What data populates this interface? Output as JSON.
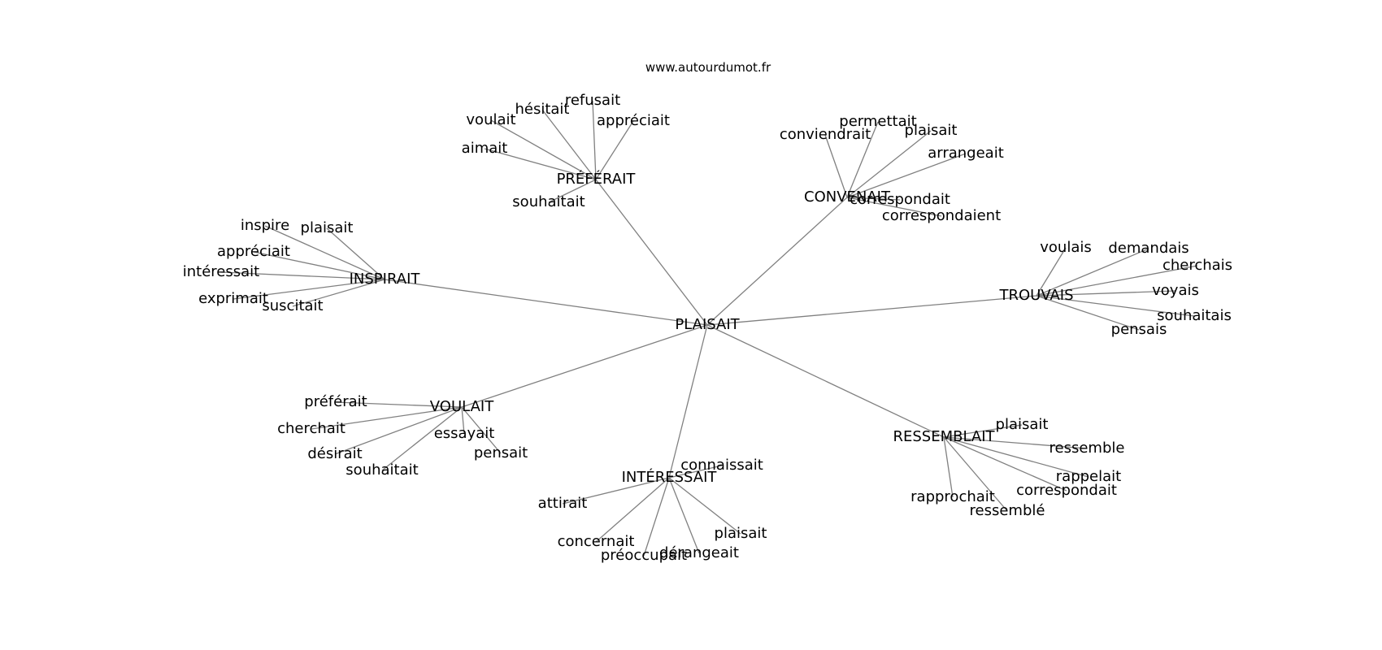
{
  "watermark": "www.autourdumot.fr",
  "edge_color": "#808080",
  "root": "PLAISAIT",
  "groups": [
    {
      "word": "PRÉFÉRAIT",
      "children": [
        "souhaitait",
        "aimait",
        "voulait",
        "hésitait",
        "refusait",
        "appréciait"
      ]
    },
    {
      "word": "CONVENAIT",
      "children": [
        "conviendrait",
        "permettait",
        "plaisait",
        "arrangeait",
        "correspondait",
        "correspondaient"
      ]
    },
    {
      "word": "INSPIRAIT",
      "children": [
        "inspire",
        "plaisait",
        "appréciait",
        "intéressait",
        "exprimait",
        "suscitait"
      ]
    },
    {
      "word": "TROUVAIS",
      "children": [
        "voulais",
        "demandais",
        "cherchais",
        "voyais",
        "souhaitais",
        "pensais"
      ]
    },
    {
      "word": "VOULAIT",
      "children": [
        "préférait",
        "cherchait",
        "désirait",
        "souhaitait",
        "essayait",
        "pensait"
      ]
    },
    {
      "word": "INTÉRESSAIT",
      "children": [
        "connaissait",
        "attirait",
        "concernait",
        "préoccupait",
        "dérangeait",
        "plaisait"
      ]
    },
    {
      "word": "RESSEMBLAIT",
      "children": [
        "plaisait",
        "ressemble",
        "rappelait",
        "correspondait",
        "ressemblé",
        "rapprochait"
      ]
    }
  ]
}
